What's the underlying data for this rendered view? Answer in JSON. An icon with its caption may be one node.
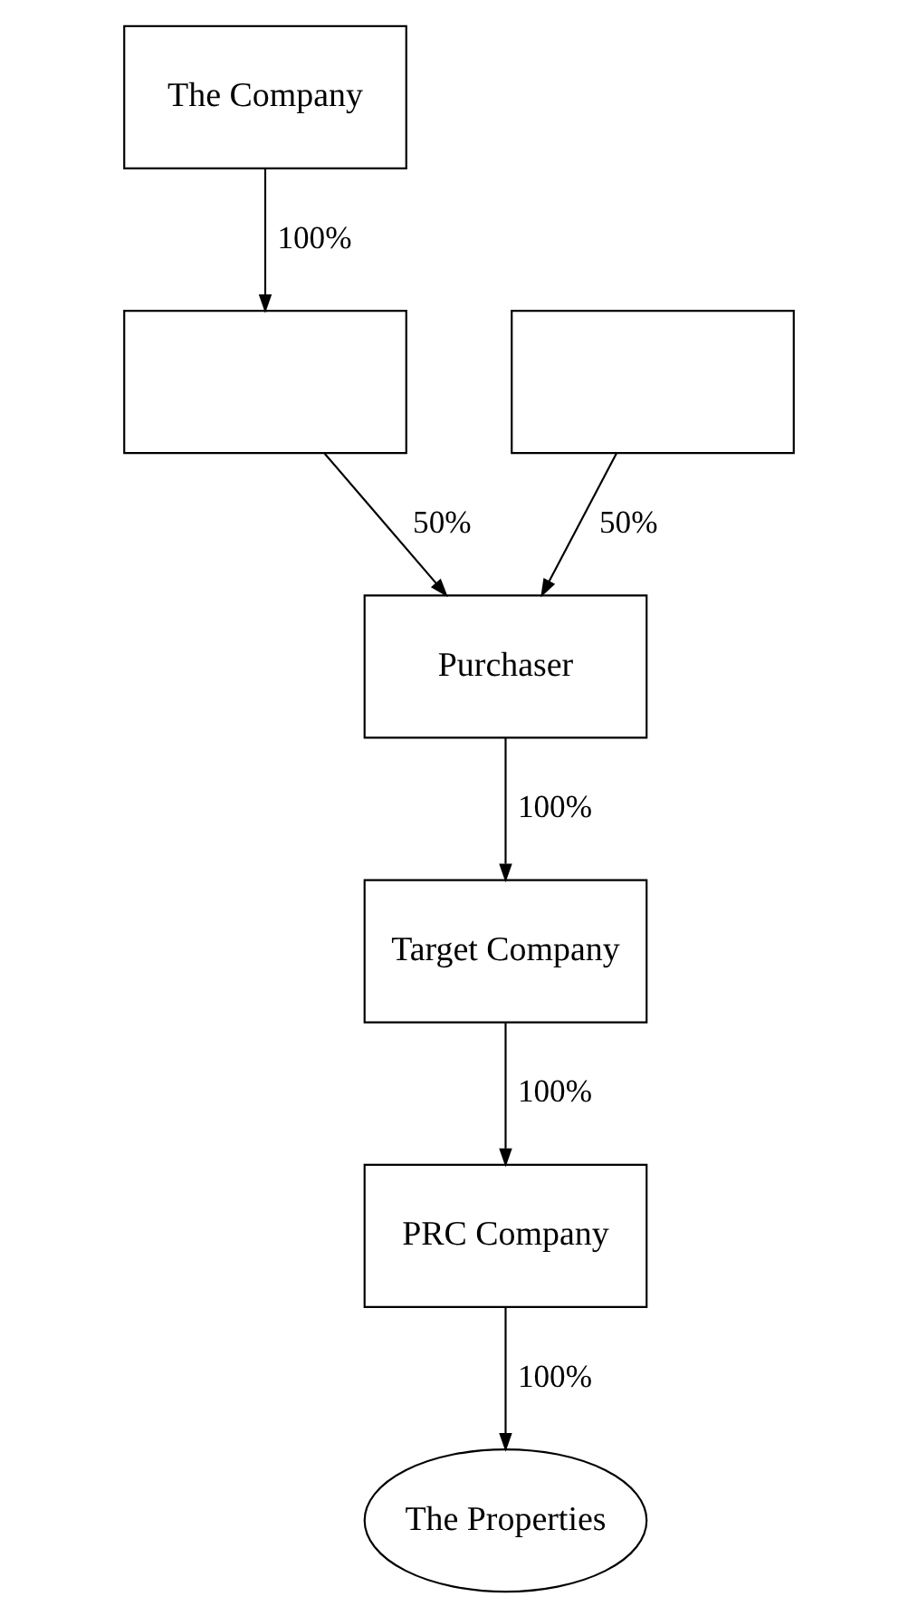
{
  "diagram": {
    "nodes": [
      {
        "text": [
          "The Company"
        ]
      },
      {
        "text": [],
        "shape": "box"
      },
      {
        "text": [],
        "shape": "box"
      },
      {
        "text": [
          "Purchaser"
        ]
      },
      {
        "text": [
          "Target Company"
        ]
      },
      {
        "text": [
          "PRC Company"
        ]
      },
      {
        "text": [
          "The Properties"
        ]
      }
    ],
    "edges": [
      {
        "from": 0,
        "to": 1,
        "arrow": "to",
        "label": "100%"
      },
      {
        "from": 1,
        "to": 3,
        "arrow": "to",
        "label": "50%"
      },
      {
        "from": 2,
        "to": 3,
        "arrow": "to",
        "label": "50%"
      },
      {
        "from": 3,
        "to": 4,
        "arrow": "to",
        "label": "100%"
      },
      {
        "from": 4,
        "to": 5,
        "arrow": "to",
        "label": "100%"
      },
      {
        "from": 5,
        "to": 6,
        "arrow": "to",
        "label": "100%"
      }
    ]
  }
}
